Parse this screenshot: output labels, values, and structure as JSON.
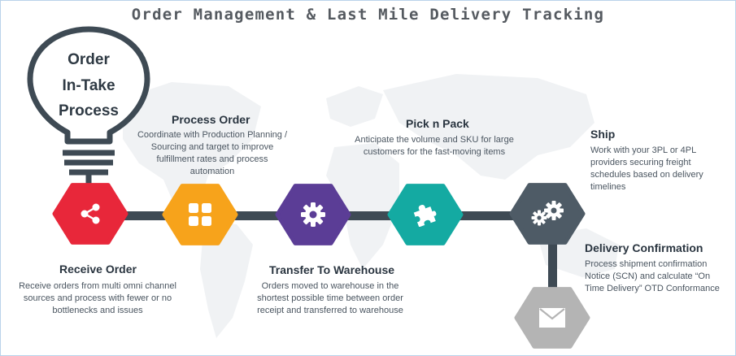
{
  "title": "Order Management & Last Mile Delivery Tracking",
  "bulb": {
    "line1": "Order",
    "line2": "In-Take",
    "line3": "Process"
  },
  "steps": [
    {
      "heading": "Receive Order",
      "desc_lines": [
        "Receive orders from multi omni channel",
        "sources and process with fewer or no",
        "bottlenecks and issues"
      ],
      "color": "#e8273a",
      "icon": "share-icon"
    },
    {
      "heading": "Process Order",
      "desc_lines": [
        "Coordinate with Production Planning /",
        "Sourcing and target to improve",
        "fulfillment rates and process",
        "automation"
      ],
      "color": "#f7a31b",
      "icon": "grid-icon"
    },
    {
      "heading": "Transfer To Warehouse",
      "desc_lines": [
        "Orders moved to warehouse in the",
        "shortest possible time between order",
        "receipt and transferred to warehouse"
      ],
      "color": "#5b3d96",
      "icon": "gear-icon"
    },
    {
      "heading": "Pick n Pack",
      "desc_lines": [
        "Anticipate the volume and SKU for large",
        "customers for the fast-moving items"
      ],
      "color": "#14aaa2",
      "icon": "puzzle-icon"
    },
    {
      "heading": "Ship",
      "desc_lines": [
        "Work with your 3PL or 4PL",
        "providers securing freight",
        "schedules based on delivery",
        "timelines"
      ],
      "color": "#4e5b66",
      "icon": "gears-icon"
    },
    {
      "heading": "Delivery Confirmation",
      "desc_lines": [
        "Process shipment confirmation",
        "Notice (SCN) and calculate “On",
        "Time Delivery” OTD Conformance"
      ],
      "color": "#b4b4b4",
      "icon": "envelope-icon"
    }
  ],
  "colors": {
    "connector": "#3e4a54",
    "bulb_stroke": "#3e4a54",
    "map": "#f0f2f4"
  }
}
